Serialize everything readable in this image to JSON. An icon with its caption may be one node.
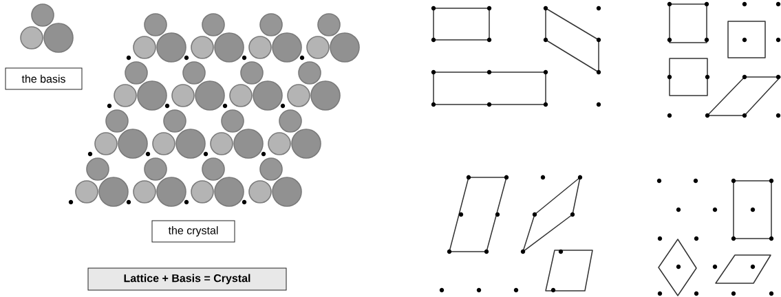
{
  "diagram": {
    "nodes": [
      {
        "text": [
          "the basis"
        ]
      },
      {
        "text": [
          "the crystal"
        ]
      },
      {
        "text": [
          "Lattice + Basis = Crystal"
        ]
      }
    ]
  }
}
